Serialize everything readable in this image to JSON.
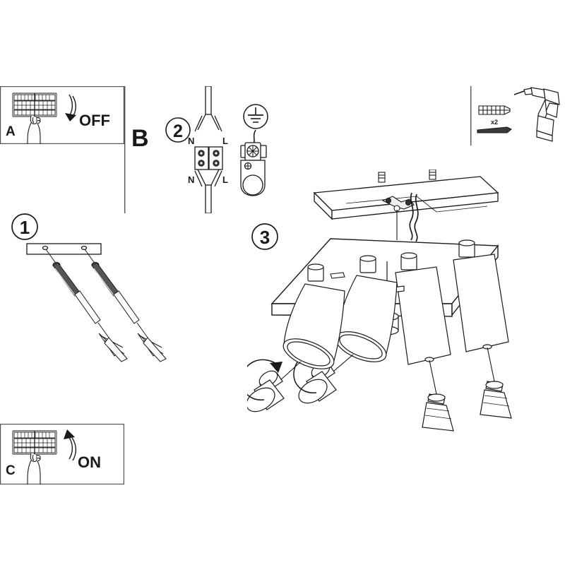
{
  "document": {
    "type": "installation-instruction-diagram",
    "product": "4-light ceiling spotlight fixture",
    "background_color": "#ffffff",
    "line_color": "#1a1a1a",
    "frame_color": "#555555"
  },
  "panels": {
    "a": {
      "letter": "A",
      "action_label": "OFF",
      "arrow_direction": "down",
      "icon": "circuit-breaker-panel-with-hand"
    },
    "b": {
      "letter": "B",
      "step_number": "2",
      "terminal_labels": {
        "top_left": "N",
        "top_right": "L",
        "bottom_left": "N",
        "bottom_right": "L"
      },
      "earth_symbol": "earth-ground",
      "icon": "terminal-block-and-earth-clamp"
    },
    "c": {
      "letter": "C",
      "action_label": "ON",
      "arrow_direction": "up",
      "icon": "circuit-breaker-panel-with-hand"
    },
    "tools": {
      "quantity_label": "x2",
      "items": [
        "wall-plug",
        "screw",
        "power-drill"
      ]
    }
  },
  "steps": {
    "one": {
      "number": "1",
      "icon": "mounting-plate-with-screws"
    },
    "three": {
      "number": "3",
      "icon": "ceiling-fixture-with-four-spotlights"
    }
  }
}
